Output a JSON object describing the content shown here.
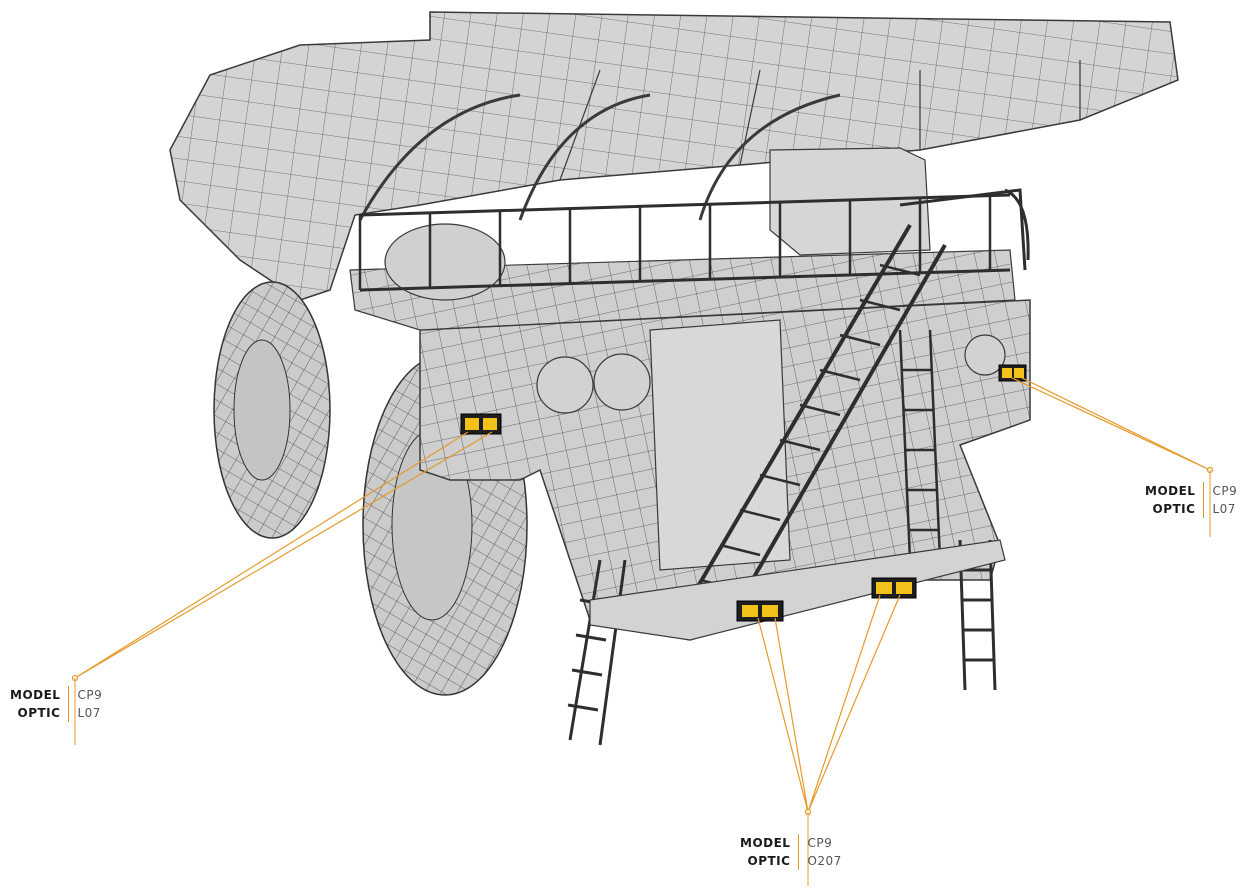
{
  "callouts": {
    "left": {
      "key1": "MODEL",
      "key2": "OPTIC",
      "val1": "CP9",
      "val2": "L07"
    },
    "right": {
      "key1": "MODEL",
      "key2": "OPTIC",
      "val1": "CP9",
      "val2": "L07"
    },
    "bottom": {
      "key1": "MODEL",
      "key2": "OPTIC",
      "val1": "CP9",
      "val2": "O207"
    }
  },
  "colors": {
    "accent": "#e59a2a",
    "truck_fill": "#d4d4d4",
    "mesh_line": "#3a3a3a",
    "lamp": "#f2c21b"
  }
}
